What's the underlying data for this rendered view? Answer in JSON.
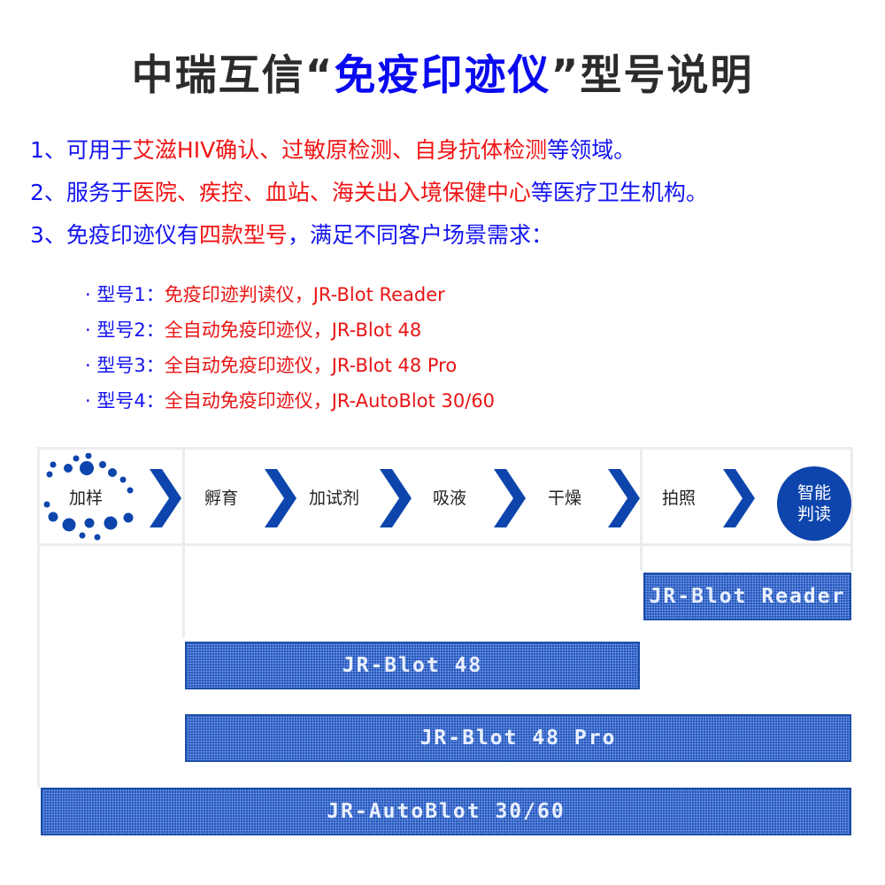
{
  "title": {
    "prefix": "中瑞互信",
    "open_quote": "“",
    "highlight": "免疫印迹仪",
    "close_quote": "”",
    "suffix": "型号说明"
  },
  "intro": [
    {
      "a": "1、可用于",
      "b": "艾滋HIV确认、过敏原检测、自身抗体检测",
      "c": "等领域。"
    },
    {
      "a": "2、服务于",
      "b": "医院、疾控、血站、海关出入境保健中心",
      "c": "等医疗卫生机构。"
    },
    {
      "a": "3、免疫印迹仪有",
      "b": "四款型号",
      "c": "，满足不同客户场景需求："
    }
  ],
  "models": [
    {
      "label": "· 型号1：",
      "value": "免疫印迹判读仪，JR-Blot Reader"
    },
    {
      "label": "· 型号2：",
      "value": "全自动免疫印迹仪，JR-Blot 48"
    },
    {
      "label": "· 型号3：",
      "value": "全自动免疫印迹仪，JR-Blot 48 Pro"
    },
    {
      "label": "· 型号4：",
      "value": "全自动免疫印迹仪，JR-AutoBlot 30/60"
    }
  ],
  "workflow": {
    "steps": [
      "加样",
      "孵育",
      "加试剂",
      "吸液",
      "干燥",
      "拍照"
    ],
    "final_step_line1": "智能",
    "final_step_line2": "判读",
    "accent_color": "#0d45ad"
  },
  "bars": [
    {
      "label": "JR-Blot Reader"
    },
    {
      "label": "JR-Blot 48"
    },
    {
      "label": "JR-Blot 48 Pro"
    },
    {
      "label": "JR-AutoBlot 30/60"
    }
  ]
}
